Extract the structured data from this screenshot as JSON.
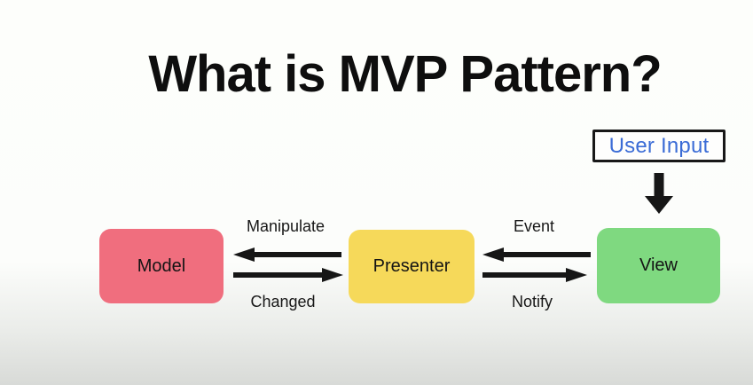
{
  "title": "What is MVP Pattern?",
  "diagram": {
    "user_input": {
      "label": "User Input"
    },
    "nodes": [
      {
        "id": "model",
        "label": "Model"
      },
      {
        "id": "presenter",
        "label": "Presenter"
      },
      {
        "id": "view",
        "label": "View"
      }
    ],
    "edges": [
      {
        "label": "Manipulate",
        "from": "presenter",
        "to": "model",
        "direction": "left"
      },
      {
        "label": "Changed",
        "from": "model",
        "to": "presenter",
        "direction": "right"
      },
      {
        "label": "Event",
        "from": "view",
        "to": "presenter",
        "direction": "left"
      },
      {
        "label": "Notify",
        "from": "presenter",
        "to": "view",
        "direction": "right"
      },
      {
        "label": "",
        "from": "user_input",
        "to": "view",
        "direction": "down"
      }
    ]
  },
  "colors": {
    "model_bg": "#F06E7E",
    "presenter_bg": "#F6D95A",
    "view_bg": "#7FD980",
    "user_input_text": "#3B6CD6",
    "arrow": "#161616",
    "title_text": "#0E0E0E",
    "background_bottom": "#D8DAD7"
  }
}
